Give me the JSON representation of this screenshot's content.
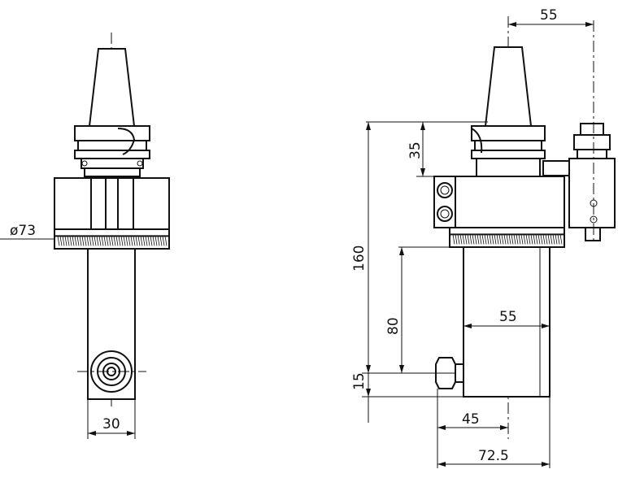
{
  "dimensions": {
    "front": {
      "diameter": "ø73",
      "width": "30"
    },
    "side": {
      "top_offset": "55",
      "spindle_height": "35",
      "total_height": "160",
      "tool_height": "80",
      "bottom_offset": "15",
      "body_width": "55",
      "width_45": "45",
      "width_72_5": "72.5"
    }
  }
}
